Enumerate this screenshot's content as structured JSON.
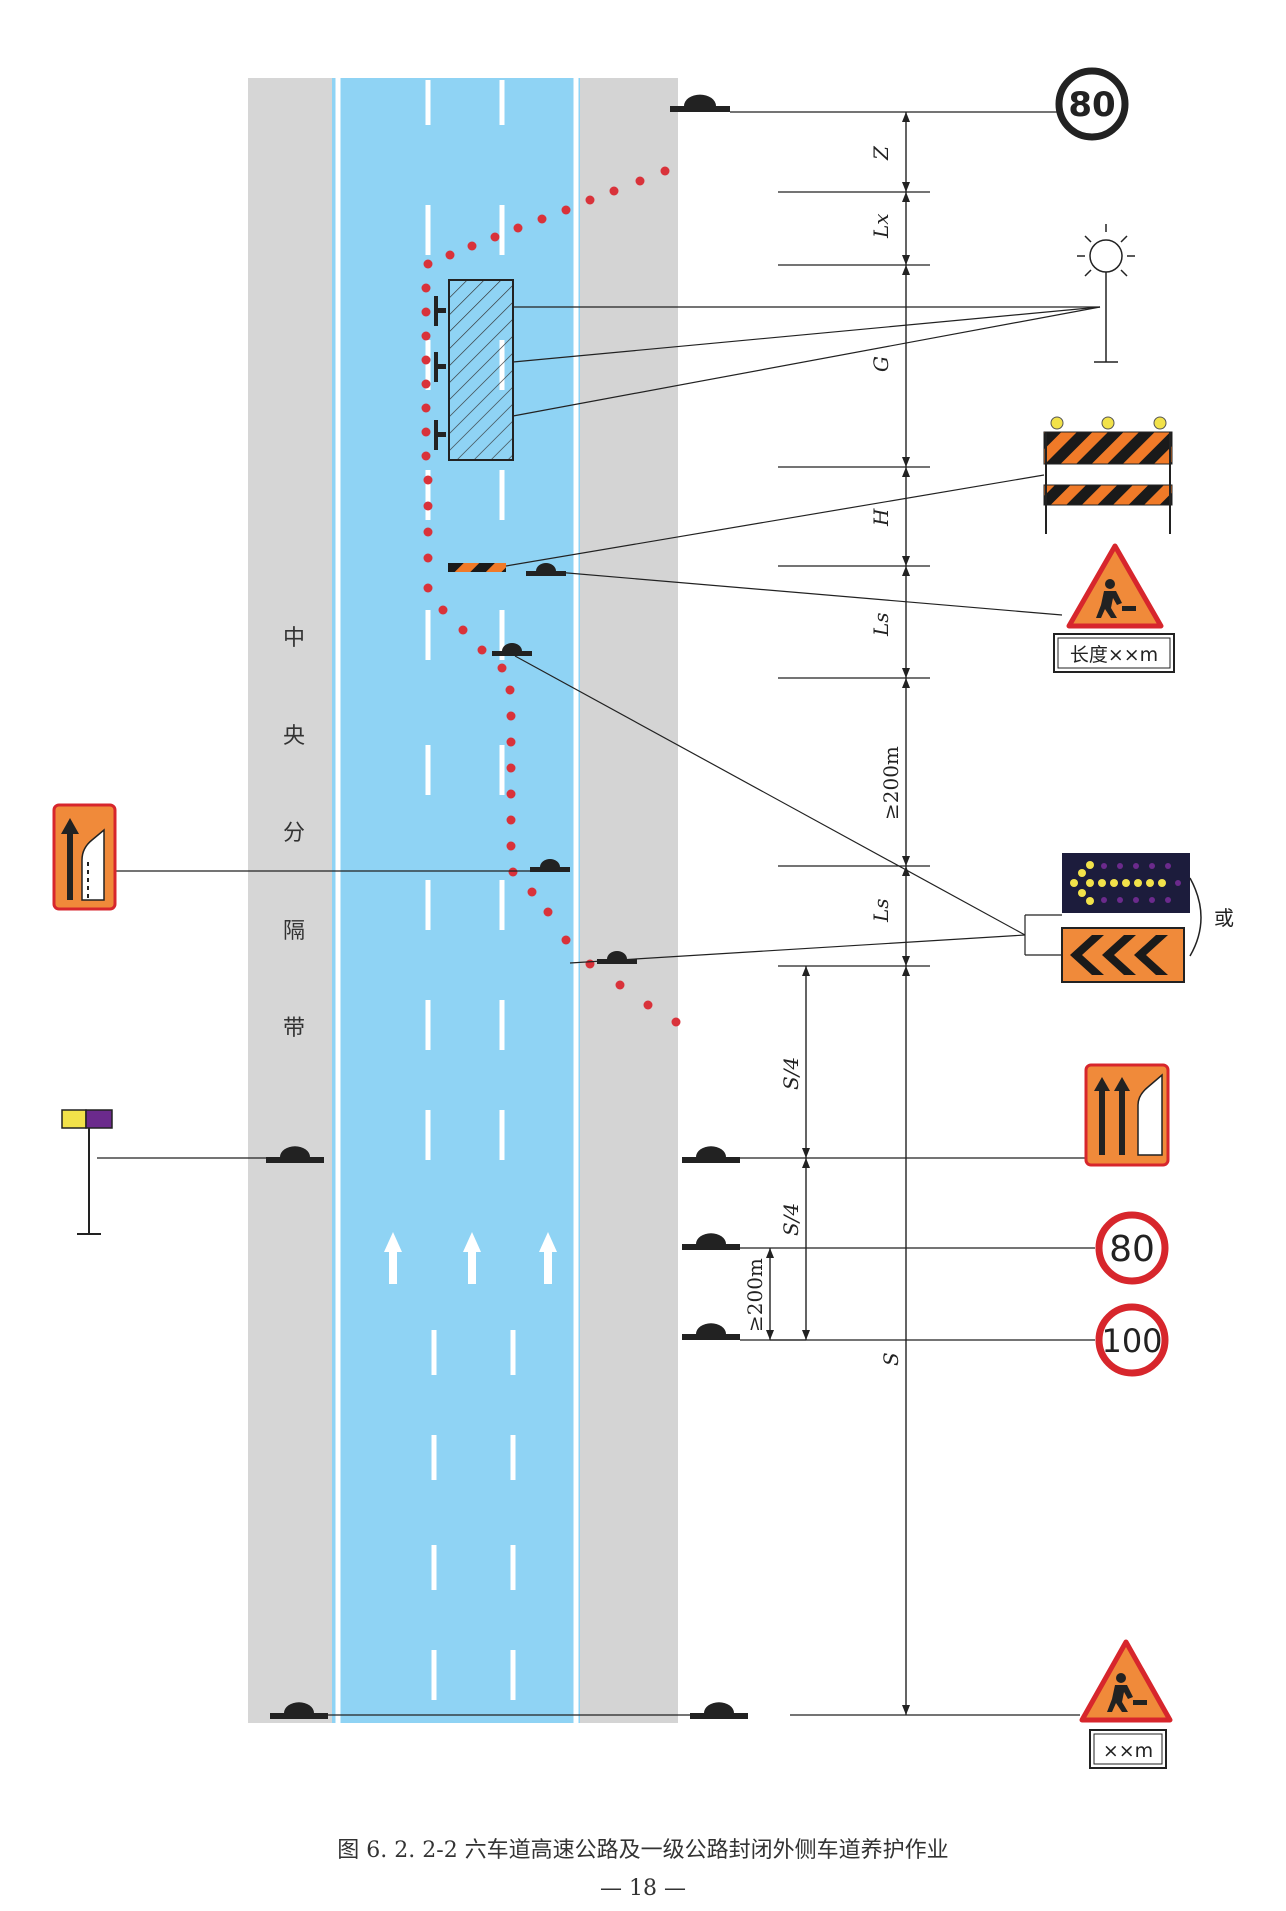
{
  "signs": {
    "speed_top": "80",
    "speed_80": "80",
    "speed_100": "100",
    "length_label": "长度××m",
    "distance_label": "××m",
    "or_label": "或"
  },
  "median_label": [
    "中",
    "央",
    "分",
    "隔",
    "带"
  ],
  "dimensions": {
    "z": "Z",
    "lx": "Lx",
    "g": "G",
    "h": "H",
    "ls_upper": "Ls",
    "ge200_upper": "≥200m",
    "ls_lower": "Ls",
    "s4_upper": "S/4",
    "s4_lower": "S/4",
    "ge200_lower": "≥200m",
    "s": "S"
  },
  "caption": "图 6. 2. 2-2    六车道高速公路及一级公路封闭外侧车道养护作业",
  "page_number": "— 18 —",
  "colors": {
    "road": "#8fd3f4",
    "shoulder": "#d4d4d4",
    "cone": "#d9323a",
    "sign_orange": "#f08a3a",
    "sign_red": "#d7262c",
    "arrow_panel": "#1c1c3c"
  }
}
